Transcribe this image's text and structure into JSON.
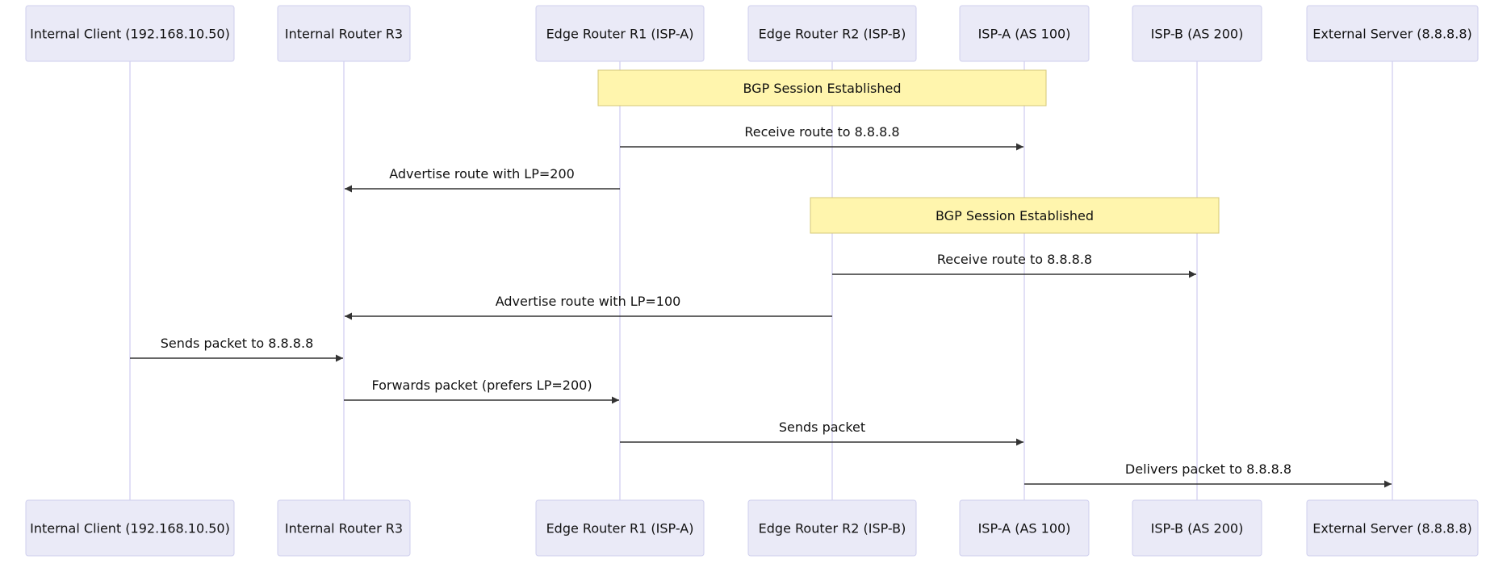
{
  "diagram": {
    "type": "sequence",
    "colors": {
      "actor_fill": "#eaeaf7",
      "actor_border": "#cfcfee",
      "lifeline": "#d5d3f3",
      "note_fill": "#fff5ad",
      "note_border": "#d6c878",
      "message": "#333333"
    },
    "participants": [
      {
        "id": "client",
        "label": "Internal Client (192.168.10.50)"
      },
      {
        "id": "r3",
        "label": "Internal Router R3"
      },
      {
        "id": "r1",
        "label": "Edge Router R1 (ISP-A)"
      },
      {
        "id": "r2",
        "label": "Edge Router R2 (ISP-B)"
      },
      {
        "id": "ispa",
        "label": "ISP-A (AS 100)"
      },
      {
        "id": "ispb",
        "label": "ISP-B (AS 200)"
      },
      {
        "id": "server",
        "label": "External Server (8.8.8.8)"
      }
    ],
    "events": [
      {
        "kind": "note",
        "over": [
          "r1",
          "ispa"
        ],
        "text": "BGP Session Established"
      },
      {
        "kind": "message",
        "from": "r1",
        "to": "ispa",
        "text": "Receive route to 8.8.8.8"
      },
      {
        "kind": "message",
        "from": "r1",
        "to": "r3",
        "text": "Advertise route with LP=200"
      },
      {
        "kind": "note",
        "over": [
          "r2",
          "ispb"
        ],
        "text": "BGP Session Established"
      },
      {
        "kind": "message",
        "from": "r2",
        "to": "ispb",
        "text": "Receive route to 8.8.8.8"
      },
      {
        "kind": "message",
        "from": "r2",
        "to": "r3",
        "text": "Advertise route with LP=100"
      },
      {
        "kind": "message",
        "from": "client",
        "to": "r3",
        "text": "Sends packet to 8.8.8.8"
      },
      {
        "kind": "message",
        "from": "r3",
        "to": "r1",
        "text": "Forwards packet (prefers LP=200)"
      },
      {
        "kind": "message",
        "from": "r1",
        "to": "ispa",
        "text": "Sends packet"
      },
      {
        "kind": "message",
        "from": "ispa",
        "to": "server",
        "text": "Delivers packet to 8.8.8.8"
      }
    ]
  }
}
